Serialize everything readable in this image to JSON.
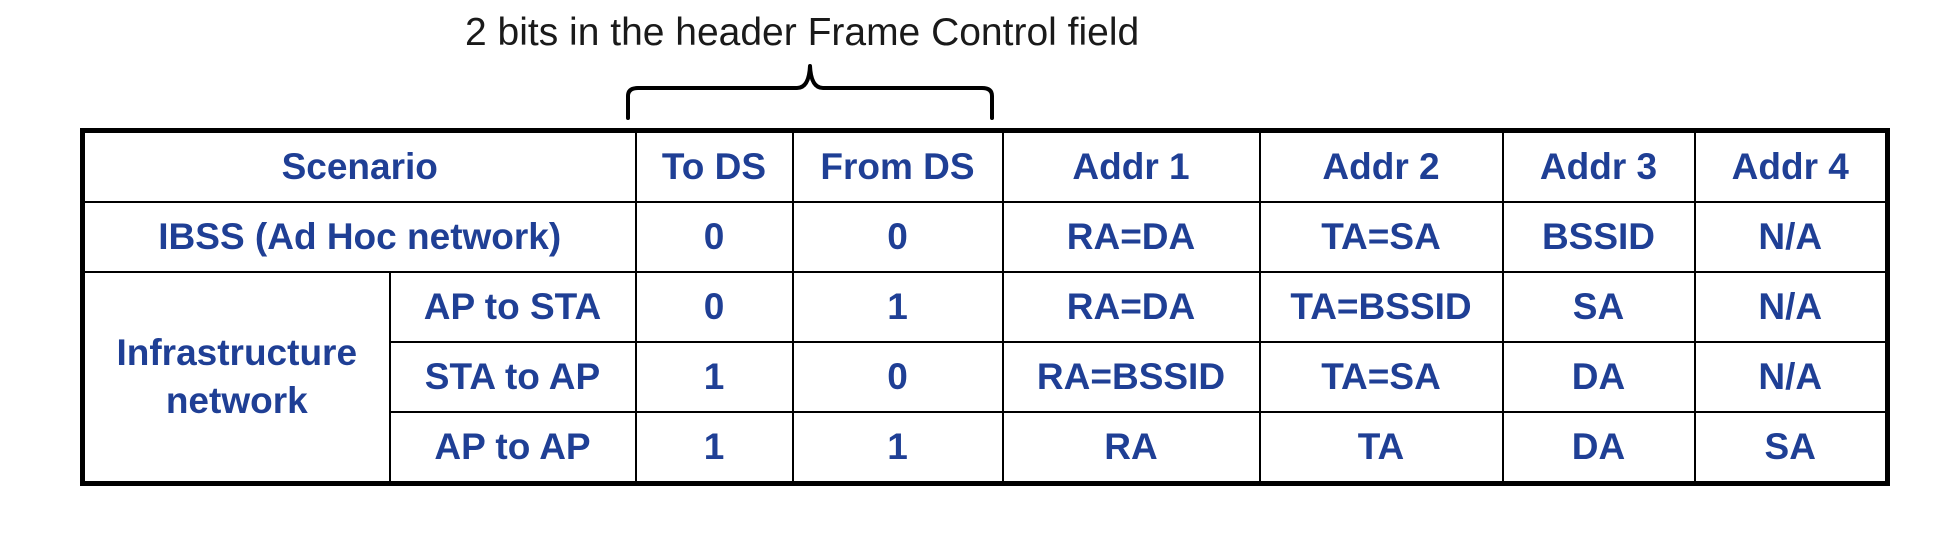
{
  "caption": "2 bits in the header Frame Control field",
  "colors": {
    "cell_text": "#1f3f95",
    "border": "#000000",
    "caption_text": "#1a1a1a"
  },
  "table": {
    "header": {
      "scenario": "Scenario",
      "to_ds": "To DS",
      "from_ds": "From DS",
      "addr1": "Addr 1",
      "addr2": "Addr 2",
      "addr3": "Addr 3",
      "addr4": "Addr 4"
    },
    "ibss": {
      "scenario": "IBSS (Ad Hoc network)",
      "to_ds": "0",
      "from_ds": "0",
      "addr1": "RA=DA",
      "addr2": "TA=SA",
      "addr3": "BSSID",
      "addr4": "N/A"
    },
    "infrastructure": {
      "label": "Infrastructure network",
      "rows": [
        {
          "sub": "AP to STA",
          "to_ds": "0",
          "from_ds": "1",
          "addr1": "RA=DA",
          "addr2": "TA=BSSID",
          "addr3": "SA",
          "addr4": "N/A"
        },
        {
          "sub": "STA to AP",
          "to_ds": "1",
          "from_ds": "0",
          "addr1": "RA=BSSID",
          "addr2": "TA=SA",
          "addr3": "DA",
          "addr4": "N/A"
        },
        {
          "sub": "AP to AP",
          "to_ds": "1",
          "from_ds": "1",
          "addr1": "RA",
          "addr2": "TA",
          "addr3": "DA",
          "addr4": "SA"
        }
      ]
    }
  }
}
